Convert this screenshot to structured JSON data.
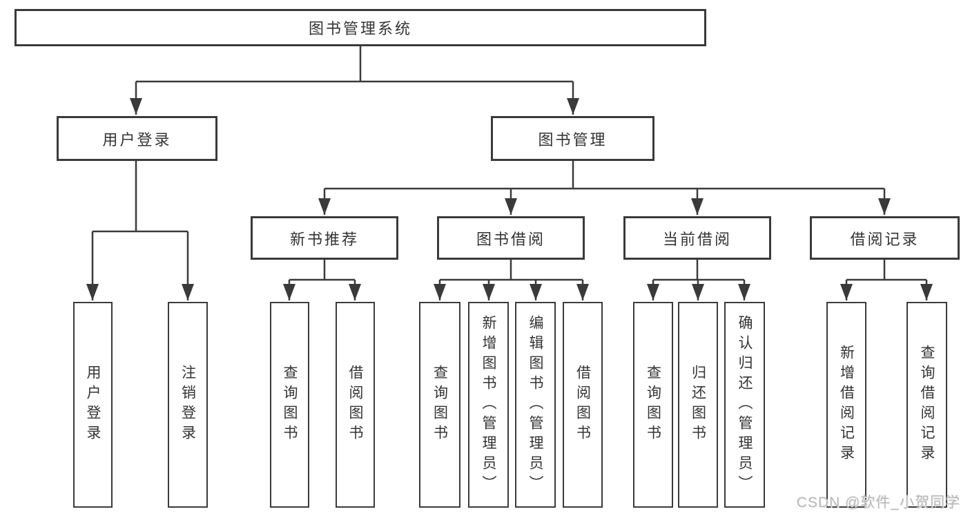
{
  "colors": {
    "line": "#3a3a3a",
    "box_border": "#3a3a3a",
    "text": "#333333",
    "background": "#ffffff",
    "watermark": "#b9b9b9"
  },
  "tree": {
    "label": "图书管理系统",
    "children": [
      {
        "label": "用户登录",
        "children": [
          {
            "label": "用户登录"
          },
          {
            "label": "注销登录"
          }
        ]
      },
      {
        "label": "图书管理",
        "children": [
          {
            "label": "新书推荐",
            "children": [
              {
                "label": "查询图书"
              },
              {
                "label": "借阅图书"
              }
            ]
          },
          {
            "label": "图书借阅",
            "children": [
              {
                "label": "查询图书"
              },
              {
                "label": "新增图书（管理员）"
              },
              {
                "label": "编辑图书（管理员）"
              },
              {
                "label": "借阅图书"
              }
            ]
          },
          {
            "label": "当前借阅",
            "children": [
              {
                "label": "查询图书"
              },
              {
                "label": "归还图书"
              },
              {
                "label": "确认归还（管理员）"
              }
            ]
          },
          {
            "label": "借阅记录",
            "children": [
              {
                "label": "新增借阅记录"
              },
              {
                "label": "查询借阅记录"
              }
            ]
          }
        ]
      }
    ]
  },
  "watermark": {
    "text": "CSDN @软件_小贺同学"
  }
}
